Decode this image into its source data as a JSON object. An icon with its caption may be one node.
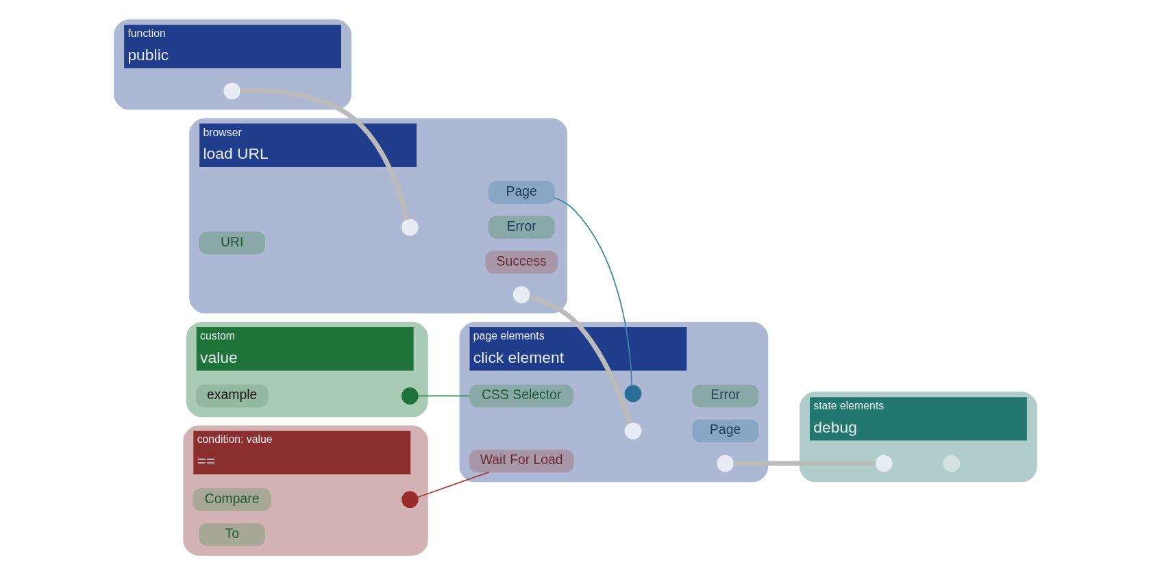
{
  "diagram": {
    "nodes": [
      {
        "text": [
          "function",
          "public"
        ]
      },
      {
        "text": [],
        "shape": "circle",
        "in": 0
      },
      {
        "text": [
          "browser",
          "load URL"
        ]
      },
      {
        "text": [],
        "shape": "circle",
        "in": 2
      },
      {
        "text": [],
        "shape": "circle",
        "in": 2
      },
      {
        "text": [
          "URI"
        ],
        "in": 2
      },
      {
        "text": [
          "Success"
        ],
        "in": 2
      },
      {
        "text": [
          "Error"
        ],
        "in": 2
      },
      {
        "text": [
          "Page"
        ],
        "in": 2
      },
      {
        "text": [
          "custom",
          "value"
        ]
      },
      {
        "text": [
          "example"
        ],
        "in": 9
      },
      {
        "text": [],
        "shape": "circle",
        "in": 9
      },
      {
        "text": [
          "page elements",
          "click element"
        ]
      },
      {
        "text": [],
        "shape": "circle",
        "in": 12
      },
      {
        "text": [],
        "shape": "circle",
        "in": 12
      },
      {
        "text": [],
        "shape": "circle",
        "in": 12
      },
      {
        "text": [
          "CSS Selector"
        ],
        "in": 12
      },
      {
        "text": [
          "Wait For Load"
        ],
        "in": 12
      },
      {
        "text": [
          "Page"
        ],
        "in": 12
      },
      {
        "text": [
          "Error"
        ],
        "in": 12
      },
      {
        "text": [
          "state elements",
          "debug"
        ]
      },
      {
        "text": [],
        "shape": "circle",
        "in": 20
      },
      {
        "text": [],
        "shape": "circle",
        "in": 20
      },
      {
        "text": [
          "condition: value",
          "=="
        ]
      },
      {
        "text": [
          "Compare"
        ],
        "in": 23
      },
      {
        "text": [
          "To"
        ],
        "in": 23
      },
      {
        "text": [],
        "shape": "circle",
        "in": 23
      }
    ],
    "edges": [
      {
        "from": 1,
        "to": 3,
        "arrow": "none",
        "style": "thick",
        "color": "#bbbbbb"
      },
      {
        "from": 4,
        "to": 13,
        "arrow": "none",
        "style": "thick",
        "color": "#bbbbbb"
      },
      {
        "from": 8,
        "to": 15,
        "arrow": "none",
        "color": "#3a87aa"
      },
      {
        "from": 11,
        "to": 16,
        "arrow": "none",
        "color": "#2e8b4e"
      },
      {
        "from": 26,
        "to": 17,
        "arrow": "none",
        "color": "#a83a3a"
      },
      {
        "from": 14,
        "to": 21,
        "arrow": "none",
        "style": "thick",
        "color": "#bbbbbb"
      }
    ]
  }
}
